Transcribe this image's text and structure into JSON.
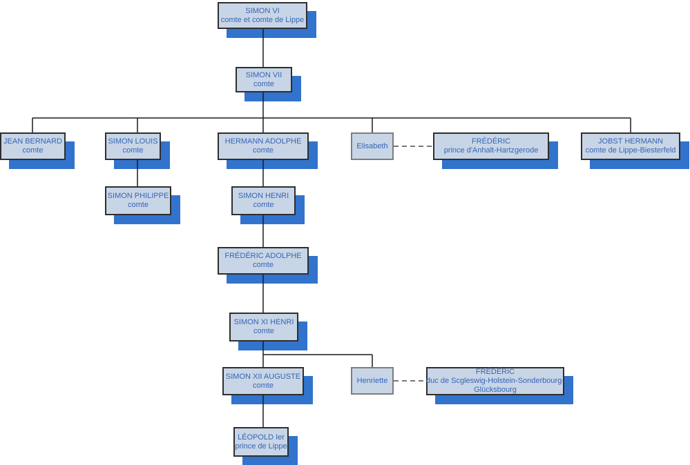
{
  "diagram": {
    "kind": "family-tree-organization-chart",
    "family": "Lippe"
  },
  "colors": {
    "box_fill": "#c8d5e6",
    "shadow_color": "#3273cd",
    "text_color": "#3565b5",
    "border_parent": "#2e2e2e",
    "border_spouse": "#7d7d7d",
    "line_color": "#1a1a1a",
    "dash_color": "#777777"
  },
  "nodes": {
    "simon_vi": {
      "name": "SIMON VI",
      "title": "comte et comte de Lippe"
    },
    "simon_vii": {
      "name": "SIMON VII",
      "title": "comte"
    },
    "jean_bernard": {
      "name": "JEAN BERNARD",
      "title": "comte"
    },
    "simon_louis": {
      "name": "SIMON LOUIS",
      "title": "comte"
    },
    "hermann_adolphe": {
      "name": "HERMANN ADOLPHE",
      "title": "comte"
    },
    "elisabeth": {
      "name": "Elisabeth"
    },
    "frederic_anhalt": {
      "name": "FRÉDÉRIC",
      "title": "prince d'Anhalt-Hartzgerode"
    },
    "jobst_hermann": {
      "name": "JOBST HERMANN",
      "title": "comte de Lippe-Biesterfeld"
    },
    "simon_philippe": {
      "name": "SIMON PHILIPPE",
      "title": "comte"
    },
    "simon_henri": {
      "name": "SIMON HENRI",
      "title": "comte"
    },
    "frederic_adolphe": {
      "name": "FRÉDÉRIC ADOLPHE",
      "title": "comte"
    },
    "simon_xi_henri": {
      "name": "SIMON XI HENRI",
      "title": "comte"
    },
    "simon_xii_auguste": {
      "name": "SIMON XII AUGUSTE",
      "title": "comte"
    },
    "henriette": {
      "name": "Henriette"
    },
    "frederic_schleswig": {
      "name": "FRÉDÉRIC",
      "title": "duc de Scgleswig-Holstein-Sonderbourg-",
      "title2": "Glücksbourg"
    },
    "leopold": {
      "name": "LÉOPOLD Ier",
      "title": "prince de Lippe"
    }
  },
  "edges": {
    "descent": [
      [
        "simon_vi",
        "simon_vii"
      ],
      [
        "simon_vii",
        "jean_bernard"
      ],
      [
        "simon_vii",
        "simon_louis"
      ],
      [
        "simon_vii",
        "hermann_adolphe"
      ],
      [
        "simon_vii",
        "elisabeth"
      ],
      [
        "simon_vii",
        "jobst_hermann"
      ],
      [
        "simon_louis",
        "simon_philippe"
      ],
      [
        "hermann_adolphe",
        "simon_henri"
      ],
      [
        "simon_henri",
        "frederic_adolphe"
      ],
      [
        "frederic_adolphe",
        "simon_xi_henri"
      ],
      [
        "simon_xi_henri",
        "simon_xii_auguste"
      ],
      [
        "simon_xi_henri",
        "henriette"
      ],
      [
        "simon_xii_auguste",
        "leopold"
      ]
    ],
    "marriage": [
      [
        "elisabeth",
        "frederic_anhalt"
      ],
      [
        "henriette",
        "frederic_schleswig"
      ]
    ]
  }
}
